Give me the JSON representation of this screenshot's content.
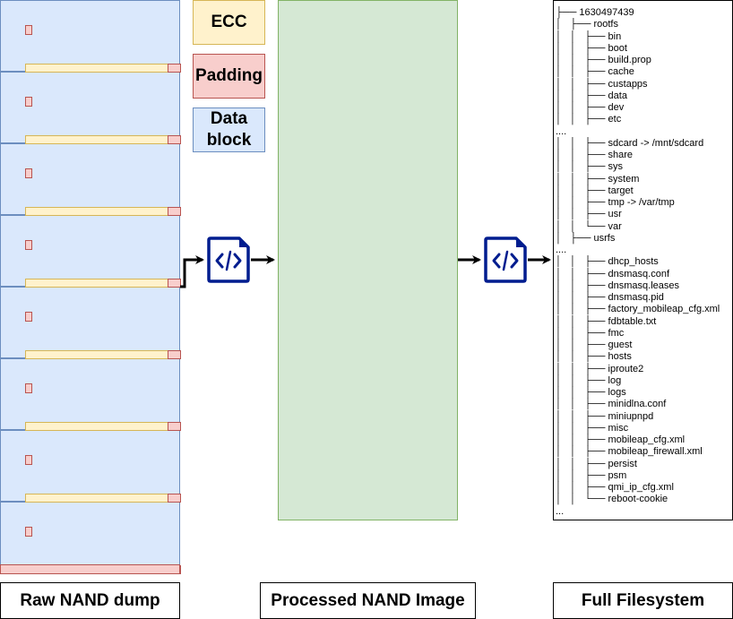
{
  "legend": {
    "ecc": "ECC",
    "padding": "Padding",
    "data_block": "Data block"
  },
  "labels": {
    "raw": "Raw NAND dump",
    "processed": "Processed NAND Image",
    "filesystem": "Full Filesystem"
  },
  "nand_pages": 8,
  "icons": [
    "code-file-icon",
    "code-file-icon"
  ],
  "colors": {
    "data_fill": "#dae8fc",
    "data_stroke": "#6c8ebf",
    "ecc_fill": "#fff2cc",
    "ecc_stroke": "#d6b656",
    "pad_fill": "#f8cecc",
    "pad_stroke": "#b85450",
    "processed_fill": "#d5e8d4",
    "processed_stroke": "#82b366",
    "icon": "#001d8f"
  },
  "filesystem_tree": [
    "├── 1630497439",
    "│   ├── rootfs",
    "│   │   ├── bin",
    "│   │   ├── boot",
    "│   │   ├── build.prop",
    "│   │   ├── cache",
    "│   │   ├── custapps",
    "│   │   ├── data",
    "│   │   ├── dev",
    "│   │   ├── etc",
    "....",
    "│   │   ├── sdcard -> /mnt/sdcard",
    "│   │   ├── share",
    "│   │   ├── sys",
    "│   │   ├── system",
    "│   │   ├── target",
    "│   │   ├── tmp -> /var/tmp",
    "│   │   ├── usr",
    "│   │   └── var",
    "│   ├── usrfs",
    "....",
    "│   │   ├── dhcp_hosts",
    "│   │   ├── dnsmasq.conf",
    "│   │   ├── dnsmasq.leases",
    "│   │   ├── dnsmasq.pid",
    "│   │   ├── factory_mobileap_cfg.xml",
    "│   │   ├── fdbtable.txt",
    "│   │   ├── fmc",
    "│   │   ├── guest",
    "│   │   ├── hosts",
    "│   │   ├── iproute2",
    "│   │   ├── log",
    "│   │   ├── logs",
    "│   │   ├── minidlna.conf",
    "│   │   ├── miniupnpd",
    "│   │   ├── misc",
    "│   │   ├── mobileap_cfg.xml",
    "│   │   ├── mobileap_firewall.xml",
    "│   │   ├── persist",
    "│   │   ├── psm",
    "│   │   ├── qmi_ip_cfg.xml",
    "│   │   └── reboot-cookie",
    "..."
  ]
}
